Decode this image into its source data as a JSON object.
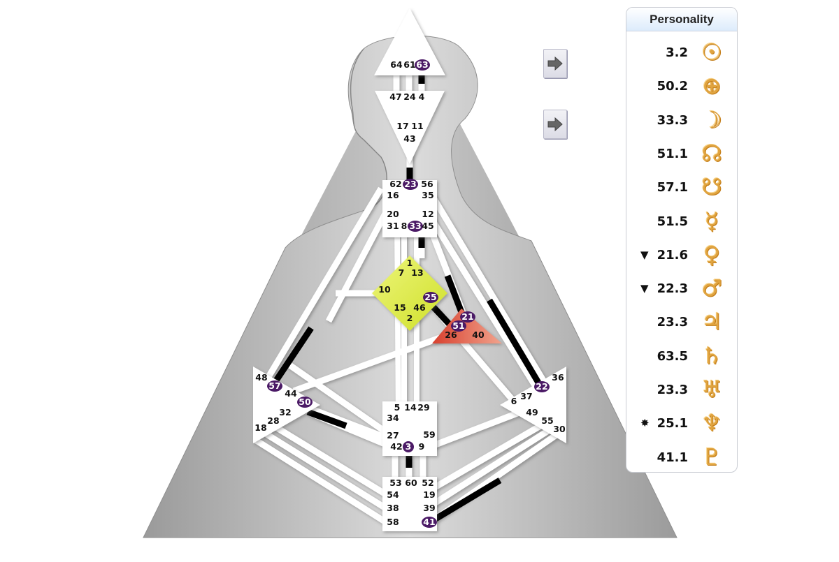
{
  "panel": {
    "title": "Personality",
    "rows": [
      {
        "mark": "",
        "value": "3.2",
        "icon": "sun-icon",
        "glyph": "☉"
      },
      {
        "mark": "",
        "value": "50.2",
        "icon": "earth-icon",
        "glyph": "⊕"
      },
      {
        "mark": "",
        "value": "33.3",
        "icon": "moon-icon",
        "glyph": "☽"
      },
      {
        "mark": "",
        "value": "51.1",
        "icon": "north-node-icon",
        "glyph": "☊"
      },
      {
        "mark": "",
        "value": "57.1",
        "icon": "south-node-icon",
        "glyph": "☋"
      },
      {
        "mark": "",
        "value": "51.5",
        "icon": "mercury-icon",
        "glyph": "☿"
      },
      {
        "mark": "▼",
        "value": "21.6",
        "icon": "venus-icon",
        "glyph": "♀"
      },
      {
        "mark": "▼",
        "value": "22.3",
        "icon": "mars-icon",
        "glyph": "♂"
      },
      {
        "mark": "",
        "value": "23.3",
        "icon": "jupiter-icon",
        "glyph": "♃"
      },
      {
        "mark": "",
        "value": "63.5",
        "icon": "saturn-icon",
        "glyph": "♄"
      },
      {
        "mark": "",
        "value": "23.3",
        "icon": "uranus-icon",
        "glyph": "♅"
      },
      {
        "mark": "✸",
        "value": "25.1",
        "icon": "neptune-icon",
        "glyph": "♆"
      },
      {
        "mark": "",
        "value": "41.1",
        "icon": "pluto-icon",
        "glyph": "♇"
      }
    ]
  },
  "buttons": [
    {
      "icon": "arrow-right-icon"
    },
    {
      "icon": "arrow-right-icon"
    }
  ],
  "colors": {
    "activated_gate": "#4b1a66",
    "activated_channel": "#000000",
    "center_defined_g": "#dfef3f",
    "center_defined_spleen": "#e05a3f",
    "center_undefined": "#ffffff",
    "background_gray": "#a9a9a9",
    "panel_symbol": "#e0a440"
  },
  "centers": {
    "head": {
      "gates": [
        "64",
        "61",
        "63"
      ]
    },
    "ajna": {
      "gates": [
        "47",
        "24",
        "4",
        "17",
        "11",
        "43"
      ]
    },
    "throat": {
      "gates": [
        "62",
        "23",
        "56",
        "16",
        "35",
        "20",
        "12",
        "31",
        "8",
        "33",
        "45"
      ]
    },
    "g": {
      "gates": [
        "1",
        "7",
        "13",
        "10",
        "25",
        "15",
        "46",
        "2"
      ]
    },
    "ego": {
      "gates": [
        "21",
        "51",
        "26",
        "40"
      ]
    },
    "spleen": {
      "gates": [
        "48",
        "57",
        "44",
        "50",
        "32",
        "28",
        "18"
      ]
    },
    "solar_plexus": {
      "gates": [
        "36",
        "22",
        "37",
        "6",
        "49",
        "55",
        "30"
      ]
    },
    "sacral": {
      "gates": [
        "5",
        "14",
        "29",
        "34",
        "27",
        "59",
        "42",
        "3",
        "9"
      ]
    },
    "root": {
      "gates": [
        "53",
        "60",
        "52",
        "54",
        "19",
        "38",
        "39",
        "58",
        "41"
      ]
    }
  },
  "activated_gates": [
    "63",
    "23",
    "33",
    "25",
    "21",
    "51",
    "57",
    "50",
    "22",
    "3",
    "41"
  ]
}
